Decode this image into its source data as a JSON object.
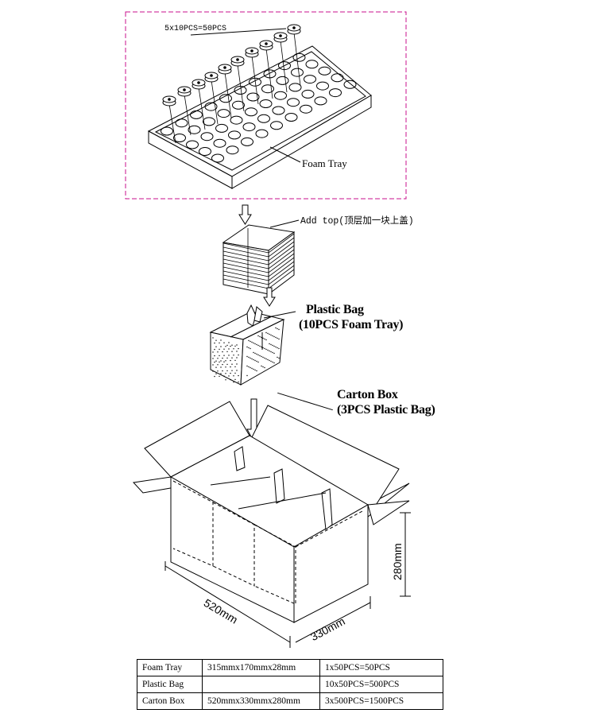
{
  "labels": {
    "tray_count": "5x10PCS=50PCS",
    "foam_tray": "Foam Tray",
    "add_top": "Add top(顶层加一块上盖)",
    "plastic_bag_line1": "Plastic Bag",
    "plastic_bag_line2": "(10PCS Foam Tray)",
    "carton_box_line1": "Carton Box",
    "carton_box_line2": "(3PCS Plastic Bag)",
    "dim_length": "520mm",
    "dim_width": "330mm",
    "dim_height": "280mm"
  },
  "spec_table": {
    "rows": [
      {
        "name": "Foam Tray",
        "size": "315mmx170mmx28mm",
        "qty": "1x50PCS=50PCS"
      },
      {
        "name": "Plastic Bag",
        "size": "",
        "qty": "10x50PCS=500PCS"
      },
      {
        "name": "Carton Box",
        "size": "520mmx330mmx280mm",
        "qty": "3x500PCS=1500PCS"
      }
    ]
  },
  "colors": {
    "dashed_frame": "#c8128c",
    "line": "#000000"
  }
}
